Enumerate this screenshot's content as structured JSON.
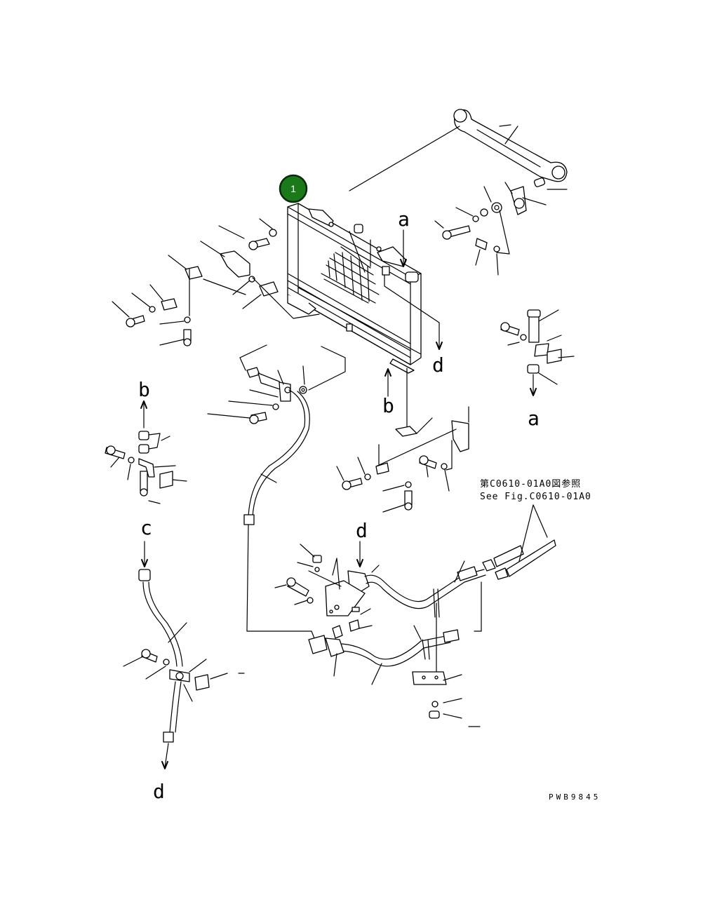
{
  "callout": {
    "number": "1",
    "fill": "#1a7a1a",
    "ring": "#0b2a0b"
  },
  "letters": {
    "a_top": "a",
    "a_right": "a",
    "b_upper": "b",
    "b_left": "b",
    "c_left": "c",
    "d_right_upper": "d",
    "d_mid": "d",
    "d_bottom": "d"
  },
  "reference": {
    "jp": "第C0610-01A0図参照",
    "en": "See Fig.C0610-01A0"
  },
  "drawing_code": "PWB9845"
}
